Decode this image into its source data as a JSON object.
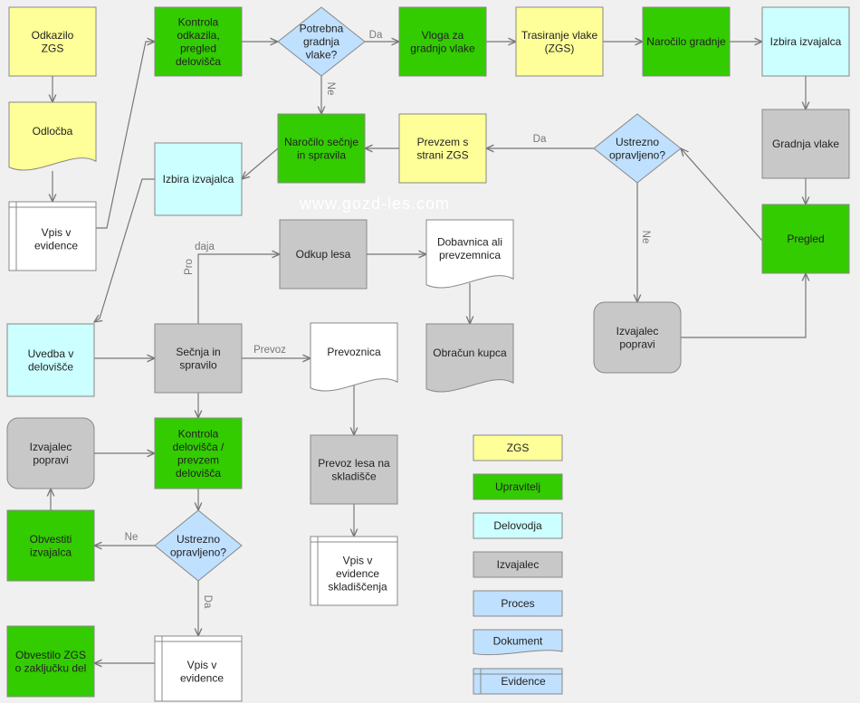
{
  "watermark": "www.gozd-les.com",
  "colors": {
    "zgs": "#ffff99",
    "upravitelj": "#33cc00",
    "delovodja": "#ccffff",
    "izvajalec": "#c8c8c8",
    "proces": "#bfe0ff",
    "dokument": "#ffffff",
    "stroke": "#888888",
    "edge": "#777777"
  },
  "nodes": {
    "odkazilo": {
      "label": "Odkazilo\nZGS",
      "role": "zgs",
      "shape": "process"
    },
    "odlocba": {
      "label": "Odločba",
      "role": "zgs",
      "shape": "document"
    },
    "vpis1": {
      "label": "Vpis v\nevidence",
      "role": "dokument",
      "shape": "evidence"
    },
    "kontrola_odkazila": {
      "label": "Kontrola\nodkazila,\npregled\ndelovišča",
      "role": "upravitelj",
      "shape": "process"
    },
    "potrebna_gradnja": {
      "label": "Potrebna\ngradnja\nvlake?",
      "role": "proces",
      "shape": "decision"
    },
    "vloga": {
      "label": "Vloga za\ngradnjo vlake",
      "role": "upravitelj",
      "shape": "process"
    },
    "trasiranje": {
      "label": "Trasiranje vlake\n(ZGS)",
      "role": "zgs",
      "shape": "process"
    },
    "narocilo_gradnje": {
      "label": "Naročilo gradnje",
      "role": "upravitelj",
      "shape": "process"
    },
    "izbira_top": {
      "label": "Izbira izvajalca",
      "role": "delovodja",
      "shape": "process"
    },
    "gradnja": {
      "label": "Gradnja vlake",
      "role": "izvajalec",
      "shape": "process"
    },
    "pregled": {
      "label": "Pregled",
      "role": "upravitelj",
      "shape": "process"
    },
    "ustrezno_top": {
      "label": "Ustrezno\nopravljeno?",
      "role": "proces",
      "shape": "decision"
    },
    "prevzem_zgs": {
      "label": "Prevzem s\nstrani ZGS",
      "role": "zgs",
      "shape": "process"
    },
    "narocilo_secnje": {
      "label": "Naročilo sečnje\nin spravila",
      "role": "upravitelj",
      "shape": "process"
    },
    "izbira_mid": {
      "label": "Izbira izvajalca",
      "role": "delovodja",
      "shape": "process"
    },
    "izvajalec_popravi_r": {
      "label": "Izvajalec\npopravi",
      "role": "izvajalec",
      "shape": "rounded"
    },
    "odkup": {
      "label": "Odkup lesa",
      "role": "izvajalec",
      "shape": "process"
    },
    "dobavnica": {
      "label": "Dobavnica ali\nprevzemnica",
      "role": "dokument",
      "shape": "document"
    },
    "obracun": {
      "label": "Obračun kupca",
      "role": "izvajalec",
      "shape": "document"
    },
    "uvedba": {
      "label": "Uvedba v\ndelovišče",
      "role": "delovodja",
      "shape": "process"
    },
    "secnja": {
      "label": "Sečnja in\nspravilo",
      "role": "izvajalec",
      "shape": "process"
    },
    "prevoznica": {
      "label": "Prevoznica",
      "role": "dokument",
      "shape": "document"
    },
    "prevoz": {
      "label": "Prevoz lesa na\nskladišče",
      "role": "izvajalec",
      "shape": "process"
    },
    "vpis_sklad": {
      "label": "Vpis v\nevidence\nskladiščenja",
      "role": "dokument",
      "shape": "evidence"
    },
    "izvajalec_popravi_l": {
      "label": "Izvajalec\npopravi",
      "role": "izvajalec",
      "shape": "rounded"
    },
    "kontrola_delovisca": {
      "label": "Kontrola\ndelovišča /\nprevzem\ndelovišča",
      "role": "upravitelj",
      "shape": "process"
    },
    "obvestiti": {
      "label": "Obvestiti\nizvajalca",
      "role": "upravitelj",
      "shape": "process"
    },
    "ustrezno_bot": {
      "label": "Ustrezno\nopravljeno?",
      "role": "proces",
      "shape": "decision"
    },
    "obvestilo_zgs": {
      "label": "Obvestilo ZGS\no zaključku del",
      "role": "upravitelj",
      "shape": "process"
    },
    "vpis_bot": {
      "label": "Vpis v\nevidence",
      "role": "dokument",
      "shape": "evidence"
    }
  },
  "edge_labels": {
    "da_top": "Da",
    "ne_top": "Ne",
    "da_ustrezno": "Da",
    "ne_ustrezno": "Ne",
    "pro": "Pro",
    "daja": "daja",
    "prevoz": "Prevoz",
    "ne_bot": "Ne",
    "da_bot": "Da"
  },
  "legend": [
    {
      "label": "ZGS",
      "role": "zgs",
      "shape": "process"
    },
    {
      "label": "Upravitelj",
      "role": "upravitelj",
      "shape": "process"
    },
    {
      "label": "Delovodja",
      "role": "delovodja",
      "shape": "process"
    },
    {
      "label": "Izvajalec",
      "role": "izvajalec",
      "shape": "process"
    },
    {
      "label": "Proces",
      "role": "proces",
      "shape": "process"
    },
    {
      "label": "Dokument",
      "role": "proces",
      "shape": "document"
    },
    {
      "label": "Evidence",
      "role": "proces",
      "shape": "evidence"
    }
  ]
}
